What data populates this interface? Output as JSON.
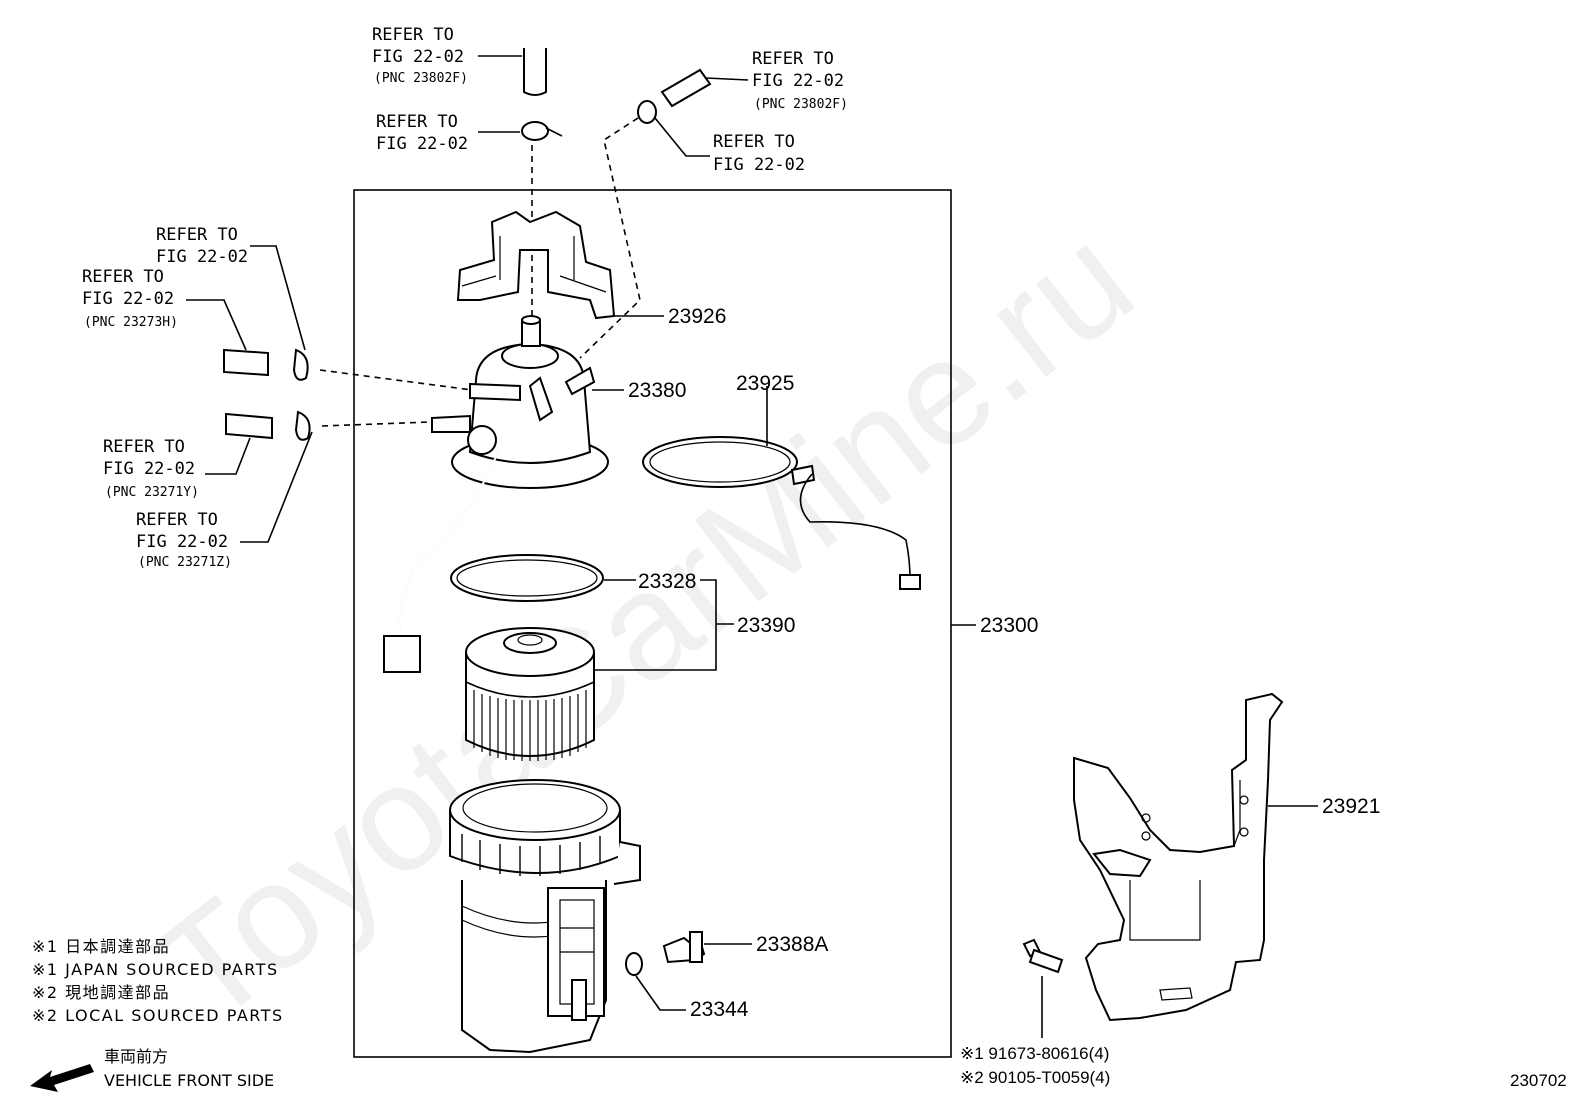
{
  "watermark": "ToyotaCarMine.ru",
  "refs": {
    "ref_line1": "REFER TO",
    "ref_line2": "FIG 22-02",
    "pnc_23802f": "(PNC 23802F)",
    "pnc_23273h": "(PNC 23273H)",
    "pnc_23271y": "(PNC 23271Y)",
    "pnc_23271z": "(PNC 23271Z)"
  },
  "parts": {
    "p23926": "23926",
    "p23380": "23380",
    "p23925": "23925",
    "p23328": "23328",
    "p23390": "23390",
    "p23300": "23300",
    "p23388a": "23388A",
    "p23344": "23344",
    "p23921": "23921"
  },
  "bolts": {
    "b1": "※1 91673-80616(4)",
    "b2": "※2 90105-T0059(4)"
  },
  "legend": {
    "l1": "※1 日本調達部品",
    "l2": "※1 JAPAN SOURCED PARTS",
    "l3": "※2 現地調達部品",
    "l4": "※2 LOCAL SOURCED PARTS",
    "front_jp": "車両前方",
    "front_en": "VEHICLE FRONT SIDE"
  },
  "figure_number": "230702"
}
